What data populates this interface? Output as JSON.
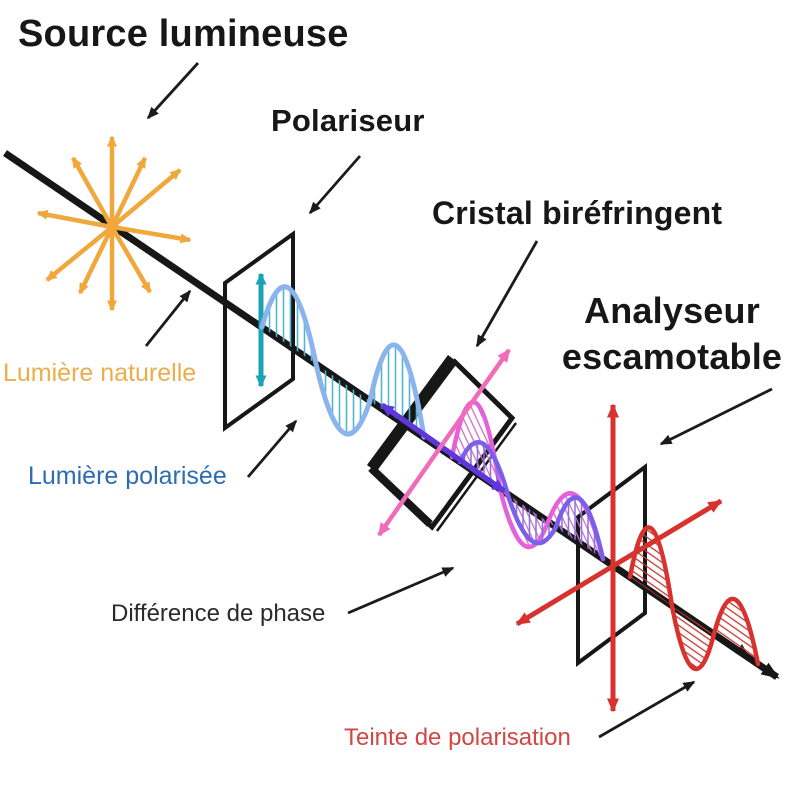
{
  "diagram": {
    "labels": {
      "source": "Source lumineuse",
      "polariser": "Polariseur",
      "crystal": "Cristal biréfringent",
      "analyser": "Analyseur escamotable",
      "natural_light": "Lumière naturelle",
      "polarised_light": "Lumière polarisée",
      "phase_difference": "Différence de phase",
      "polarisation_tint": "Teinte de polarisation"
    },
    "colors": {
      "ink": "#171717",
      "annotation": "#1b1b1b",
      "orange": "#F0A73C",
      "orange_label": "#EBAE4C",
      "teal": "#1BA3B5",
      "wave_blue": "#8AB4EB",
      "hatch_teal": "#52B4CE",
      "blue_label": "#2D6CB4",
      "violet_arrow": "#5F35DC",
      "wave_violet": "#7C5FE8",
      "hatch_violet": "#8573E2",
      "wave_magenta": "#E561D9",
      "hatch_magenta": "#CD6FC0",
      "pink_arrow": "#F06CBB",
      "red": "#D7322E",
      "hatch_red": "#C23733",
      "red_label": "#D24743"
    }
  }
}
